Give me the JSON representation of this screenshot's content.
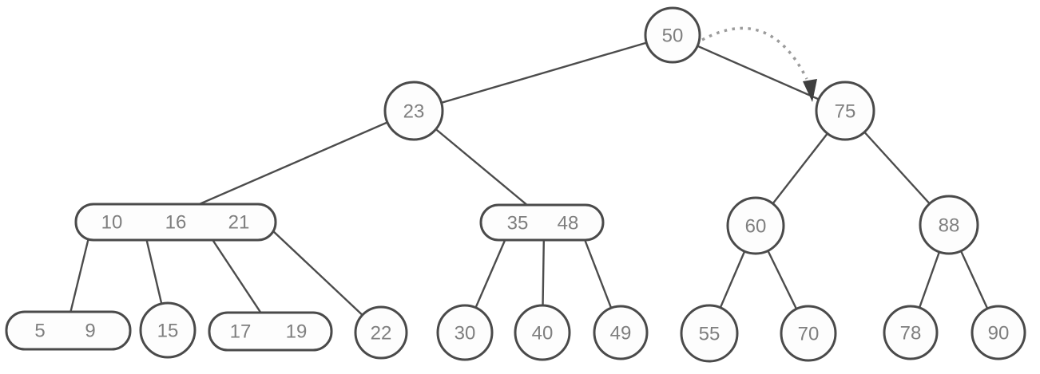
{
  "tree": {
    "description": "B-tree style search tree diagram with a dotted arrow annotation from root 50 to node 75",
    "colors": {
      "background": "#ffffff",
      "node_stroke": "#4a4a4a",
      "node_fill": "#fdfdfd",
      "edge_stroke": "#4c4c4c",
      "label_text": "#7f7f7f",
      "dotted_arrow": "#9b9b9b",
      "arrow_head": "#3f3f3f"
    },
    "nodes": {
      "n50": {
        "shape": "circle",
        "keys": [
          "50"
        ]
      },
      "n23": {
        "shape": "circle",
        "keys": [
          "23"
        ]
      },
      "n75": {
        "shape": "circle",
        "keys": [
          "75"
        ]
      },
      "n101621": {
        "shape": "rounded-rect",
        "keys": [
          "10",
          "16",
          "21"
        ]
      },
      "n3548": {
        "shape": "rounded-rect",
        "keys": [
          "35",
          "48"
        ]
      },
      "n60": {
        "shape": "circle",
        "keys": [
          "60"
        ]
      },
      "n88": {
        "shape": "circle",
        "keys": [
          "88"
        ]
      },
      "n59": {
        "shape": "rounded-rect",
        "keys": [
          "5",
          "9"
        ]
      },
      "n15": {
        "shape": "circle",
        "keys": [
          "15"
        ]
      },
      "n1719": {
        "shape": "rounded-rect",
        "keys": [
          "17",
          "19"
        ]
      },
      "n22": {
        "shape": "circle",
        "keys": [
          "22"
        ]
      },
      "n30": {
        "shape": "circle",
        "keys": [
          "30"
        ]
      },
      "n40": {
        "shape": "circle",
        "keys": [
          "40"
        ]
      },
      "n49": {
        "shape": "circle",
        "keys": [
          "49"
        ]
      },
      "n55": {
        "shape": "circle",
        "keys": [
          "55"
        ]
      },
      "n70": {
        "shape": "circle",
        "keys": [
          "70"
        ]
      },
      "n78": {
        "shape": "circle",
        "keys": [
          "78"
        ]
      },
      "n90": {
        "shape": "circle",
        "keys": [
          "90"
        ]
      }
    },
    "edges": [
      {
        "from": "50",
        "to": "23"
      },
      {
        "from": "50",
        "to": "75"
      },
      {
        "from": "23",
        "to": "10,16,21"
      },
      {
        "from": "23",
        "to": "35,48"
      },
      {
        "from": "10,16,21",
        "to": "5,9"
      },
      {
        "from": "10,16,21",
        "to": "15"
      },
      {
        "from": "10,16,21",
        "to": "17,19"
      },
      {
        "from": "10,16,21",
        "to": "22"
      },
      {
        "from": "35,48",
        "to": "30"
      },
      {
        "from": "35,48",
        "to": "40"
      },
      {
        "from": "35,48",
        "to": "49"
      },
      {
        "from": "75",
        "to": "60"
      },
      {
        "from": "75",
        "to": "88"
      },
      {
        "from": "60",
        "to": "55"
      },
      {
        "from": "60",
        "to": "70"
      },
      {
        "from": "88",
        "to": "78"
      },
      {
        "from": "88",
        "to": "90"
      }
    ],
    "annotation": {
      "type": "dotted-curved-arrow",
      "from": "50",
      "to": "75"
    }
  }
}
